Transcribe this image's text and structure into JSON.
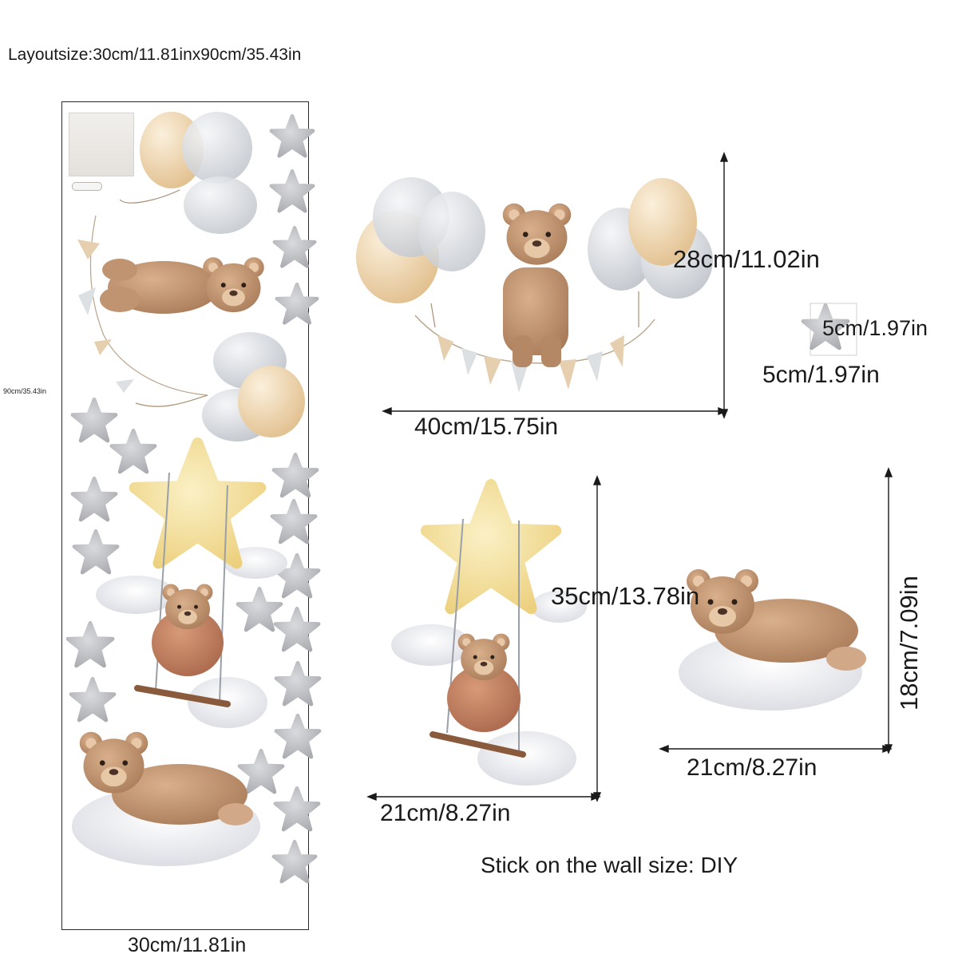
{
  "layout_size_label": "Layoutsize:30cm/11.81inx90cm/35.43in",
  "panel": {
    "height_label": "90cm/35.43in",
    "width_label": "30cm/11.81in"
  },
  "stickers": {
    "balloon_bear": {
      "height": "28cm/11.02in",
      "width": "40cm/15.75in"
    },
    "star": {
      "height": "5cm/1.97in",
      "width": "5cm/1.97in"
    },
    "swing_bear": {
      "height": "35cm/13.78in",
      "width": "21cm/8.27in"
    },
    "sleeping_bear": {
      "height": "18cm/7.09in",
      "width": "21cm/8.27in"
    }
  },
  "footer_text": "Stick on the wall size: DIY",
  "icons": [
    "balloon-icon",
    "teddy-bear-icon",
    "star-icon",
    "cloud-icon",
    "swing-icon",
    "bunting-icon"
  ],
  "colors": {
    "balloon_beige": "#ecd2a8",
    "balloon_grey": "#d6d9dd",
    "bear_brown": "#b98b68",
    "star_grey": "#b9bbbf",
    "star_yellow": "#f3de9b",
    "cloud": "#e3e5ea",
    "text": "#1a1a1a"
  }
}
